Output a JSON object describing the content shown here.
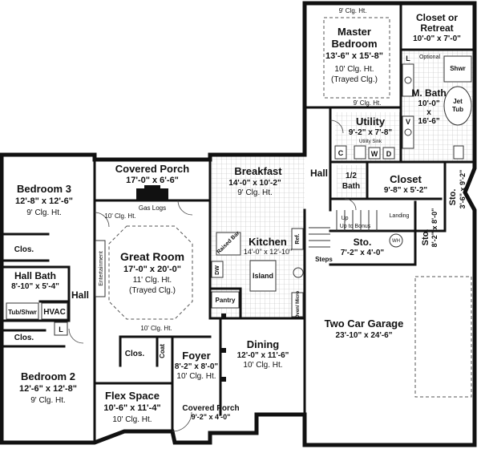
{
  "rooms": {
    "covered_porch": {
      "name": "Covered Porch",
      "dims": "17'-0\" x 6'-6\""
    },
    "gas_logs": "Gas Logs",
    "bedroom3": {
      "name": "Bedroom 3",
      "dims": "12'-8\" x 12'-6\"",
      "ceiling": "9' Clg. Ht."
    },
    "great_room": {
      "name": "Great Room",
      "dims": "17'-0\" x 20'-0\"",
      "ceiling": "11' Clg. Ht.",
      "note": "(Trayed Clg.)"
    },
    "breakfast": {
      "name": "Breakfast",
      "dims": "14'-0\" x 10'-2\"",
      "ceiling": "9' Clg. Ht."
    },
    "kitchen": {
      "name": "Kitchen",
      "dims": "14'-0\" x 12'-10\""
    },
    "island": "Island",
    "raised_bar": "Raised Bar",
    "dw": "DW",
    "ref": "Ref.",
    "pantry": "Pantry",
    "oven_micro": "Oven/ Micro",
    "master_bedroom": {
      "name": "Master Bedroom",
      "name_line1": "Master",
      "name_line2": "Bedroom",
      "dims": "13'-6\" x 15'-8\"",
      "ceiling": "10' Clg. Ht.",
      "note": "(Trayed Clg.)"
    },
    "closet_retreat": {
      "line1": "Closet or",
      "line2": "Retreat",
      "dims": "10'-0\" x 7'-0\""
    },
    "m_bath": {
      "name": "M. Bath",
      "d1": "10'-0\"",
      "x": "x",
      "d2": "16'-6\""
    },
    "optional": "Optional",
    "shwr": "Shwr",
    "jet_tub": {
      "line1": "Jet",
      "line2": "Tub"
    },
    "utility": {
      "name": "Utility",
      "dims": "9'-2\" x 7'-8\""
    },
    "utility_sink": "Utility Sink",
    "half_bath": {
      "line1": "1/2",
      "line2": "Bath"
    },
    "closet": {
      "name": "Closet",
      "dims": "9'-8\" x 5'-2\""
    },
    "hall": "Hall",
    "sto1": {
      "name": "Sto.",
      "dims": "7'-2\" x 4'-0\""
    },
    "sto2": {
      "name": "Sto.",
      "dims": "8'-2\" x 8'-0\""
    },
    "sto3": {
      "name": "Sto.",
      "dims": "3'-6\" x 9'-2\""
    },
    "up_to_bonus": "Up to Bonus",
    "up": "Up",
    "landing": "Landing",
    "steps": "Steps",
    "wh": "WH",
    "two_car_garage": {
      "name": "Two Car Garage",
      "dims": "23'-10\" x 24'-6\""
    },
    "dining": {
      "name": "Dining",
      "dims": "12'-0\" x 11'-6\"",
      "ceiling": "10' Clg. Ht."
    },
    "foyer": {
      "name": "Foyer",
      "dims": "8'-2\" x 8'-0\"",
      "ceiling": "10' Clg. Ht."
    },
    "coat": "Coat",
    "clos": "Clos.",
    "flex_space": {
      "name": "Flex Space",
      "dims": "10'-6\" x 11'-4\"",
      "ceiling": "10' Clg. Ht."
    },
    "covered_porch2": {
      "name": "Covered Porch",
      "dims": "9'-2\" x 4'-0\""
    },
    "bedroom2": {
      "name": "Bedroom 2",
      "dims": "12'-6\" x 12'-8\"",
      "ceiling": "9' Clg. Ht."
    },
    "hall_bath": {
      "name": "Hall Bath",
      "dims": "8'-10\" x 5'-4\""
    },
    "tub_shwr": "Tub/Shwr",
    "hvac": "HVAC",
    "l": "L",
    "entertainment": "Entertainment",
    "ceiling_10": "10' Clg. Ht.",
    "ceiling_9": "9' Clg. Ht.",
    "w": "W",
    "d": "D",
    "c": "C",
    "v": "V"
  }
}
